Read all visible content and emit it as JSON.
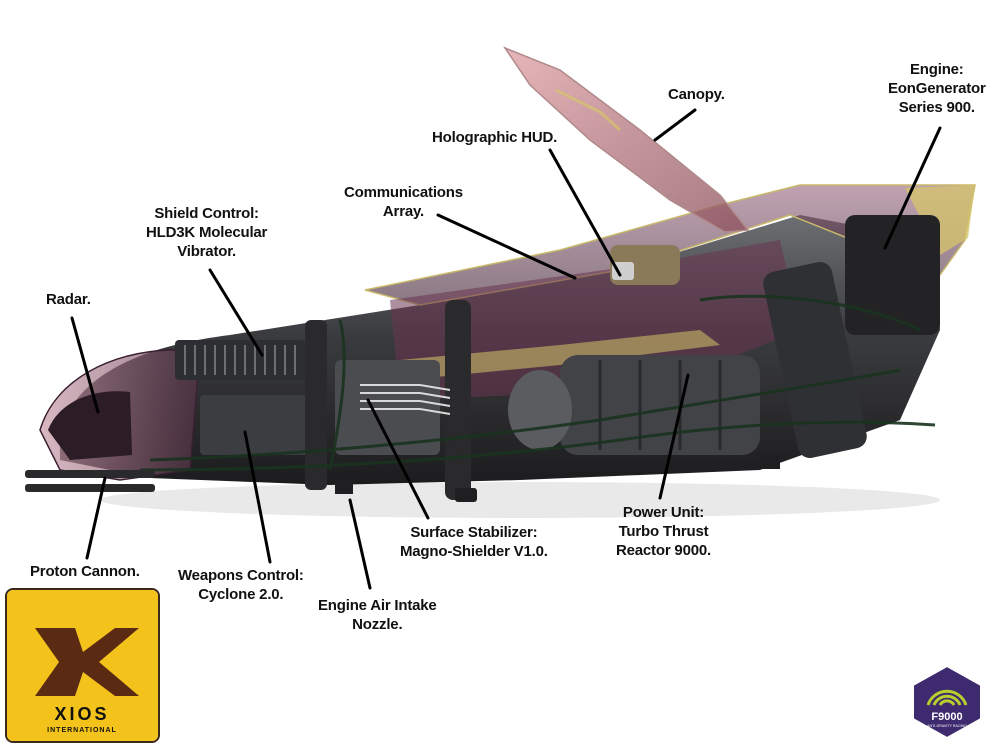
{
  "labels": {
    "canopy": [
      "Canopy."
    ],
    "engine": [
      "Engine:",
      "EonGenerator",
      "Series 900."
    ],
    "hud": [
      "Holographic HUD."
    ],
    "comms": [
      "Communications",
      "Array."
    ],
    "shield": [
      "Shield Control:",
      "HLD3K Molecular",
      "Vibrator."
    ],
    "radar": [
      "Radar."
    ],
    "surface": [
      "Surface Stabilizer:",
      "Magno-Shielder V1.0."
    ],
    "power": [
      "Power Unit:",
      "Turbo Thrust",
      "Reactor 9000."
    ],
    "proton": [
      "Proton Cannon."
    ],
    "weapons": [
      "Weapons Control:",
      "Cyclone 2.0."
    ],
    "intake": [
      "Engine Air Intake",
      "Nozzle."
    ]
  },
  "logos": {
    "xios": {
      "name": "XIOS",
      "sub": "INTERNATIONAL"
    },
    "f9000": {
      "name": "F9000",
      "sub": "ANTI-GRAVITY RACING"
    }
  },
  "colors": {
    "hull_dark": "#2a2a2c",
    "hull_mid": "#55575a",
    "canopy_tint": "#c98a8f",
    "glass_purple": "#6a3550",
    "accent_yellow": "#d6c46a",
    "badge_yellow": "#f3c31c",
    "badge_brown": "#5a2a12",
    "f9_purple": "#3e2a6e",
    "f9_green": "#b9cf2e"
  }
}
